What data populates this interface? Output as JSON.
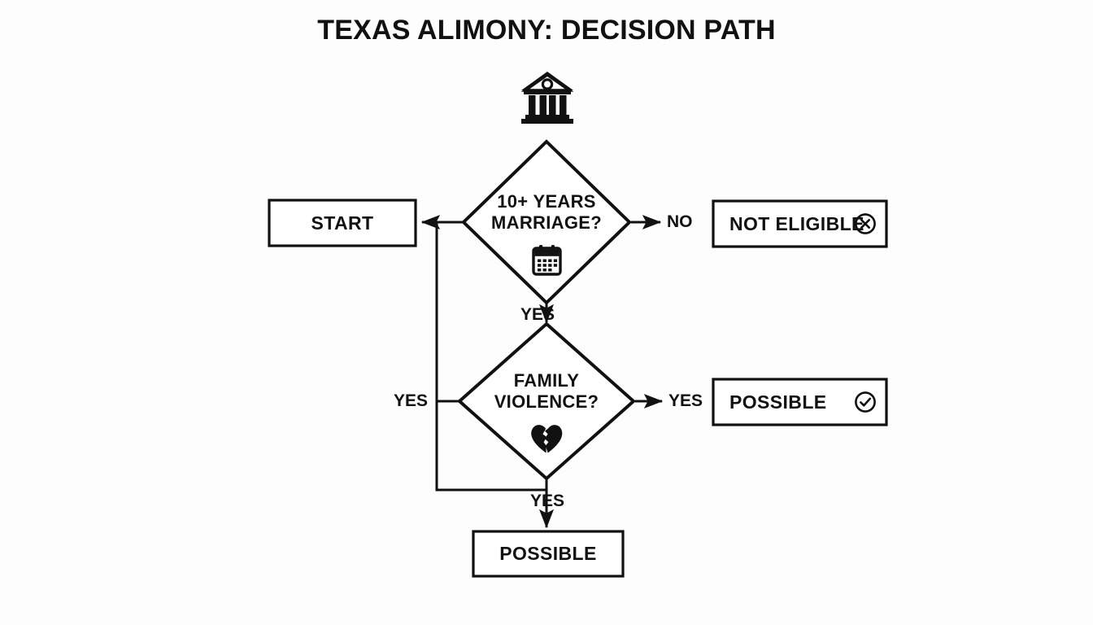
{
  "title": "TEXAS ALIMONY: DECISION PATH",
  "colors": {
    "background": "#fdfdfd",
    "stroke": "#111111",
    "text": "#111111",
    "node_fill": "#ffffff"
  },
  "header_icon": {
    "name": "courthouse-icon",
    "description": "classical courthouse building with pediment and four columns"
  },
  "nodes": [
    {
      "id": "start",
      "shape": "rectangle",
      "label": "START",
      "icon": null
    },
    {
      "id": "decision-marriage",
      "shape": "diamond",
      "label_line1": "10+ YEARS",
      "label_line2": "MARRIAGE?",
      "icon": "calendar-icon"
    },
    {
      "id": "not-eligible",
      "shape": "rectangle",
      "label": "NOT ELIGIBLE",
      "icon": "circle-x-icon"
    },
    {
      "id": "decision-violence",
      "shape": "diamond",
      "label_line1": "FAMILY",
      "label_line2": "VIOLENCE?",
      "icon": "broken-heart-icon"
    },
    {
      "id": "possible-right",
      "shape": "rectangle",
      "label": "POSSIBLE",
      "icon": "circle-check-icon"
    },
    {
      "id": "possible-bottom",
      "shape": "rectangle",
      "label": "POSSIBLE",
      "icon": null
    }
  ],
  "edges": [
    {
      "id": "marriage-to-start",
      "label": "",
      "from": "decision-marriage",
      "to": "start"
    },
    {
      "id": "marriage-to-noteligible",
      "label": "NO",
      "from": "decision-marriage",
      "to": "not-eligible"
    },
    {
      "id": "marriage-to-violence",
      "label": "YES",
      "from": "decision-marriage",
      "to": "decision-violence"
    },
    {
      "id": "violence-to-possible",
      "label": "YES",
      "from": "decision-violence",
      "to": "possible-right"
    },
    {
      "id": "violence-left-branch",
      "label": "YES",
      "from": "decision-violence",
      "to": "start"
    },
    {
      "id": "violence-to-bottom",
      "label": "YES",
      "from": "decision-violence",
      "to": "possible-bottom"
    }
  ],
  "edge_labels": {
    "no_right_top": "NO",
    "yes_between_diamonds": "YES",
    "yes_left": "YES",
    "yes_right_mid": "YES",
    "yes_bottom": "YES"
  }
}
